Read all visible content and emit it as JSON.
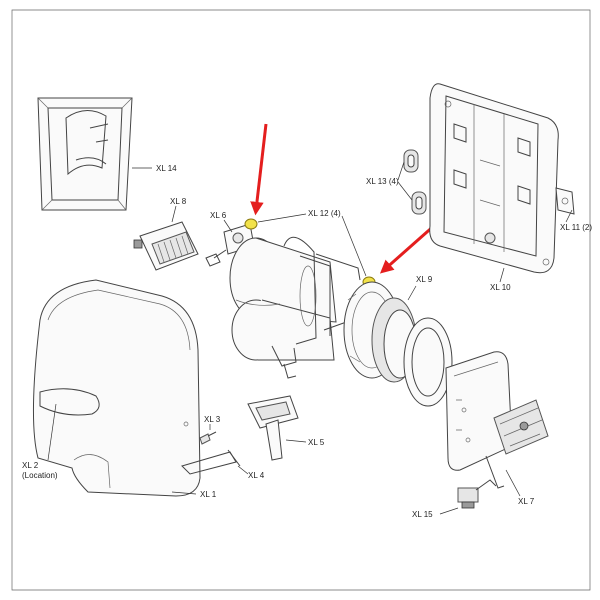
{
  "labels": {
    "xl1": "XL 1",
    "xl2_line1": "XL 2",
    "xl2_line2": "(Location)",
    "xl3": "XL 3",
    "xl4": "XL 4",
    "xl5": "XL 5",
    "xl6": "XL 6",
    "xl7": "XL 7",
    "xl8": "XL 8",
    "xl9": "XL 9",
    "xl10": "XL 10",
    "xl11": "XL 11 (2)",
    "xl12": "XL 12 (4)",
    "xl13": "XL 13 (4)",
    "xl14": "XL 14",
    "xl15": "XL 15"
  },
  "colors": {
    "arrow": "#e41e1e",
    "highlight": "#f2e24a",
    "line": "#444444"
  }
}
